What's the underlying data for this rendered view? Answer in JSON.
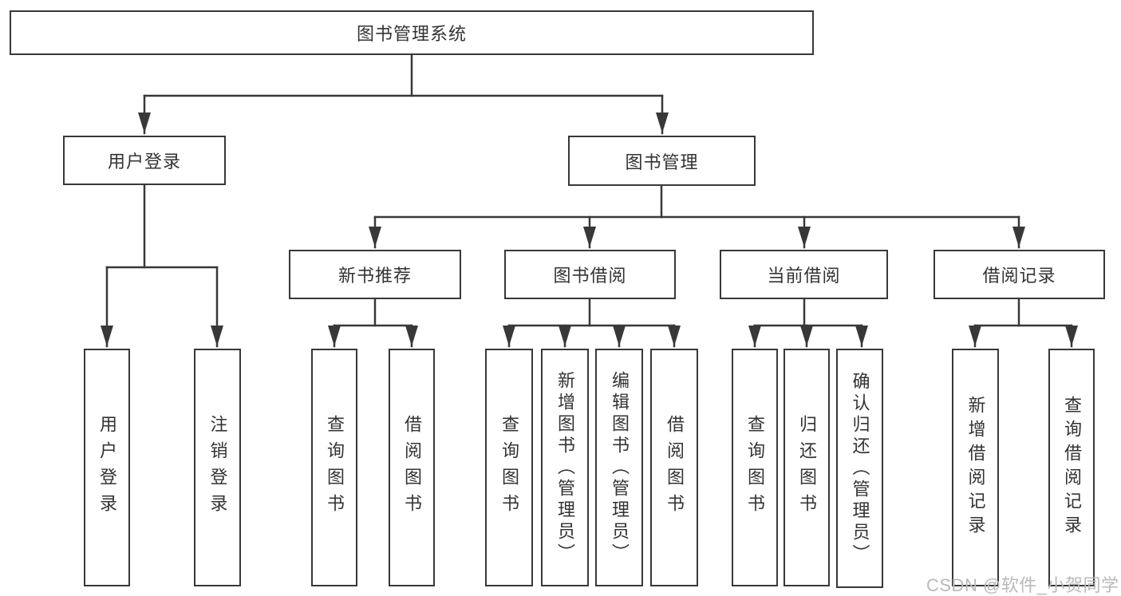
{
  "style": {
    "line_color": "#383838",
    "box_border_color": "#383838",
    "text_color": "#333333",
    "background_color": "#ffffff",
    "watermark_color": "#b9b9b9"
  },
  "diagram": {
    "type": "hierarchy-flowchart",
    "root": {
      "label": "图书管理系统"
    },
    "level2": [
      {
        "label": "用户登录"
      },
      {
        "label": "图书管理"
      }
    ],
    "level3": [
      {
        "label": "新书推荐"
      },
      {
        "label": "图书借阅"
      },
      {
        "label": "当前借阅"
      },
      {
        "label": "借阅记录"
      }
    ],
    "leaves": {
      "user_login": [
        "用户登录",
        "注销登录"
      ],
      "new_book_recommend": [
        "查询图书",
        "借阅图书"
      ],
      "book_borrow": [
        "查询图书",
        "新增图书（管理员）",
        "编辑图书（管理员）",
        "借阅图书"
      ],
      "current_borrow": [
        "查询图书",
        "归还图书",
        "确认归还（管理员）"
      ],
      "borrow_records": [
        "新增借阅记录",
        "查询借阅记录"
      ]
    }
  },
  "watermark": {
    "text": "CSDN @软件_小贺同学"
  }
}
